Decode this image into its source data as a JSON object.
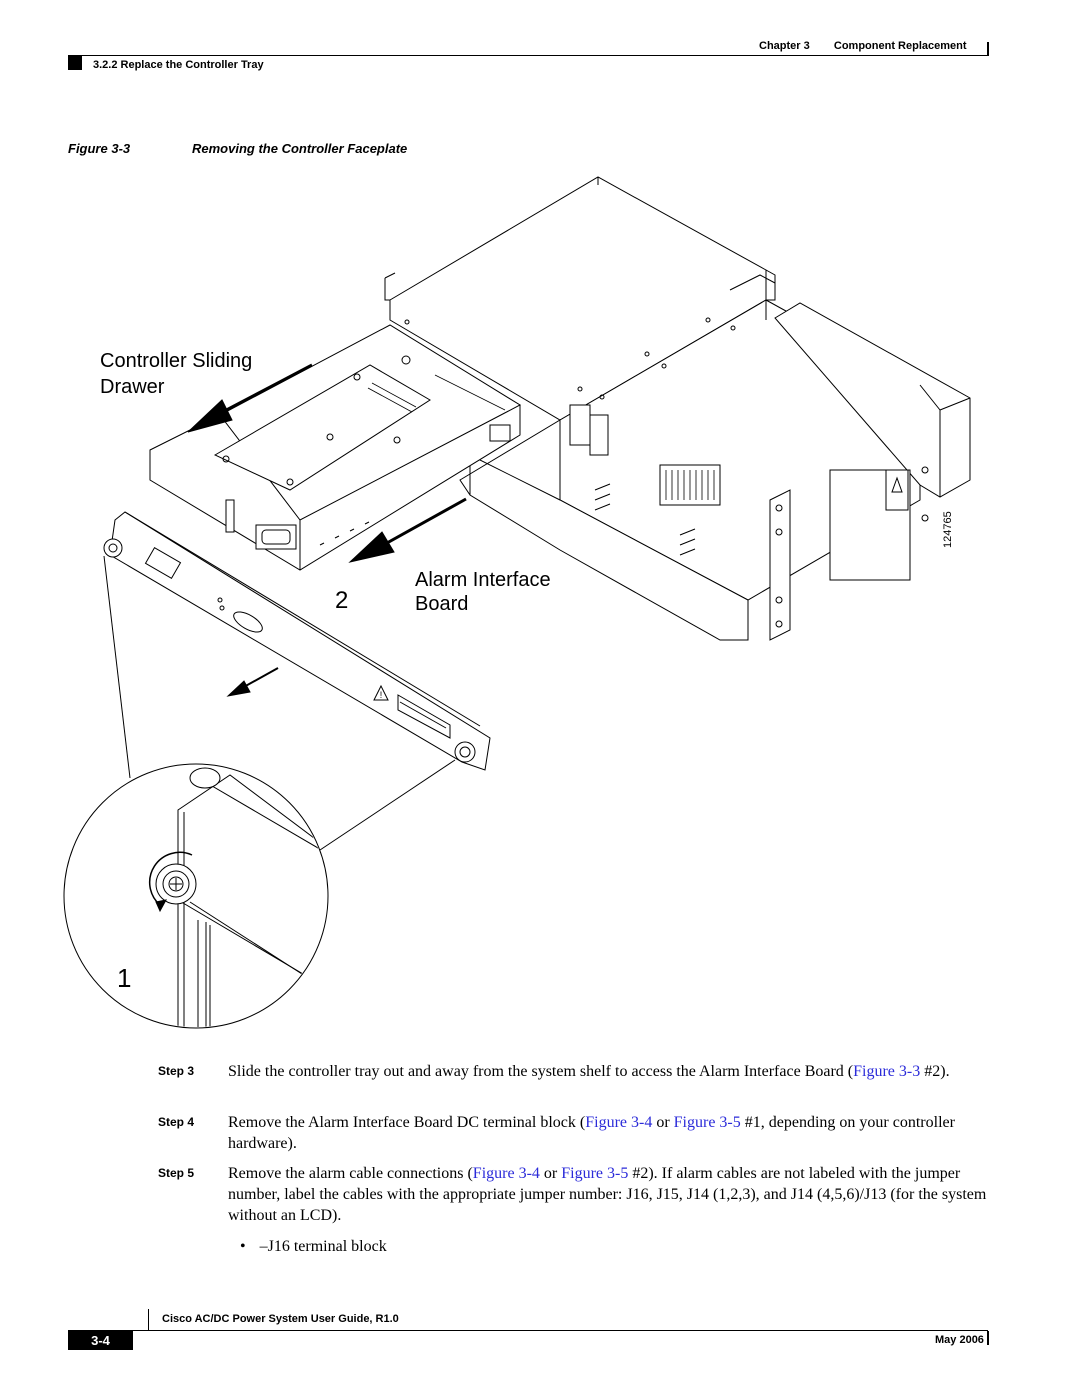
{
  "header": {
    "chapter": "Chapter 3",
    "chapter_title": "Component Replacement",
    "section": "3.2.2",
    "section_title": "Replace the Controller Tray"
  },
  "figure": {
    "label": "Figure 3-3",
    "title": "Removing the Controller Faceplate",
    "callout_drawer_line1": "Controller Sliding",
    "callout_drawer_line2": "Drawer",
    "callout_2": "2",
    "callout_alarm_line1": "Alarm Interface",
    "callout_alarm_line2": "Board",
    "callout_1": "1",
    "art_number": "124765"
  },
  "steps": [
    {
      "label": "Step 3",
      "parts": [
        "Slide the controller tray out and away from the system shelf to access the Alarm Interface Board (",
        "Figure 3-3",
        " #2)."
      ]
    },
    {
      "label": "Step 4",
      "parts": [
        "Remove the Alarm Interface Board DC terminal block (",
        "Figure 3-4",
        " or ",
        "Figure 3-5",
        " #1, depending on your controller hardware)."
      ]
    },
    {
      "label": "Step 5",
      "parts": [
        "Remove the alarm cable connections (",
        "Figure 3-4",
        " or ",
        "Figure 3-5",
        " #2). If alarm cables are not labeled with the jumper number, label the cables with the appropriate jumper number: J16, J15, J14 (1,2,3), and J14 (4,5,6)/J13 (for the system without an LCD)."
      ]
    }
  ],
  "bullet": {
    "symbol": "•",
    "text": "–J16 terminal block"
  },
  "footer": {
    "guide_title": "Cisco AC/DC Power System User Guide, R1.0",
    "page_number": "3-4",
    "date": "May 2006"
  }
}
